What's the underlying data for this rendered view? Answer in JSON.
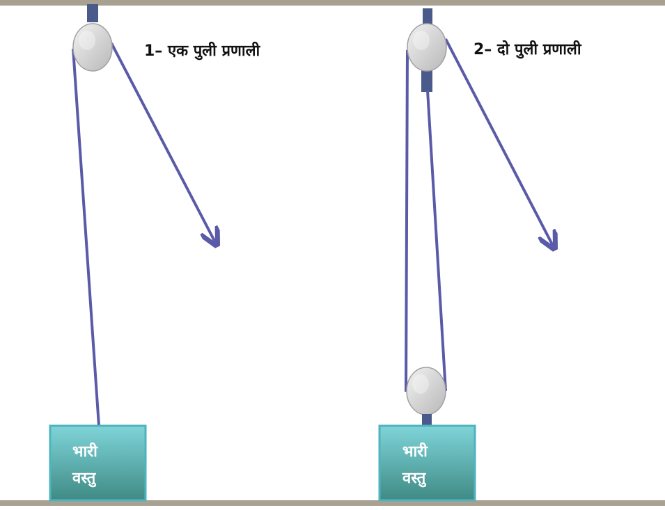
{
  "colors": {
    "beam": "#A8A090",
    "rope": "#5A5AA8",
    "mount": "#4A5A8A",
    "pulley_fill": "#D2D2D2",
    "box_top": "#7FD4D8",
    "box_bottom": "#3F8A84",
    "box_border": "#4FB3BF"
  },
  "system1": {
    "caption": "1– एक पुली प्रणाली",
    "load_line1": "भारी",
    "load_line2": "वस्तु"
  },
  "system2": {
    "caption": "2– दो पुली प्रणाली",
    "load_line1": "भारी",
    "load_line2": "वस्तु"
  },
  "icons": [
    "fixed-pulley-icon",
    "movable-pulley-icon",
    "pull-arrow-icon",
    "load-box"
  ]
}
